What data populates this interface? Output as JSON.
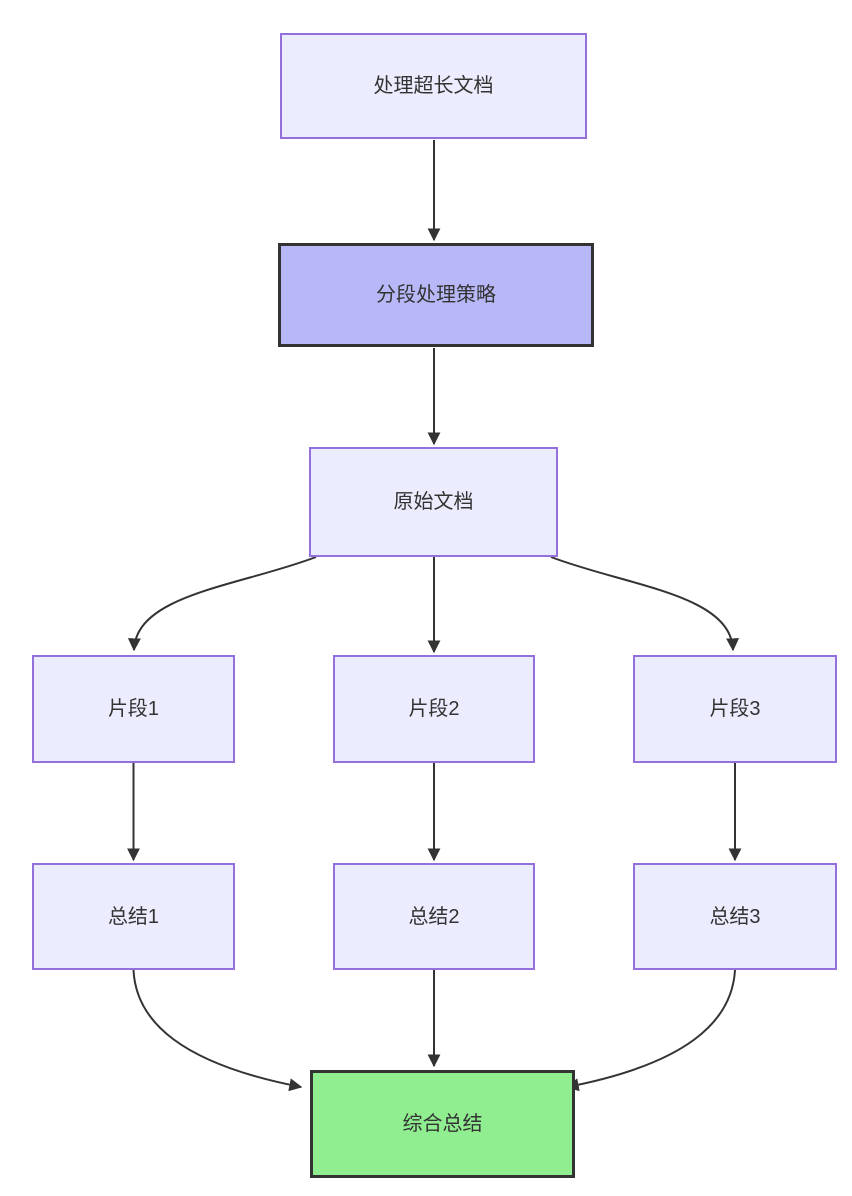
{
  "diagram": {
    "type": "flowchart",
    "direction": "top-down",
    "nodes": [
      {
        "id": "doc",
        "label": "处理超长文档",
        "style": "default"
      },
      {
        "id": "strategy",
        "label": "分段处理策略",
        "style": "emphasis"
      },
      {
        "id": "original",
        "label": "原始文档",
        "style": "default"
      },
      {
        "id": "frag1",
        "label": "片段1",
        "style": "default"
      },
      {
        "id": "frag2",
        "label": "片段2",
        "style": "default"
      },
      {
        "id": "frag3",
        "label": "片段3",
        "style": "default"
      },
      {
        "id": "sum1",
        "label": "总结1",
        "style": "default"
      },
      {
        "id": "sum2",
        "label": "总结2",
        "style": "default"
      },
      {
        "id": "sum3",
        "label": "总结3",
        "style": "default"
      }
    ],
    "final_node": {
      "id": "final",
      "label": "综合总结",
      "style": "success"
    },
    "edges": [
      {
        "from": "doc",
        "to": "strategy"
      },
      {
        "from": "strategy",
        "to": "original"
      },
      {
        "from": "original",
        "to": "frag1"
      },
      {
        "from": "original",
        "to": "frag2"
      },
      {
        "from": "original",
        "to": "frag3"
      },
      {
        "from": "frag1",
        "to": "sum1"
      },
      {
        "from": "frag2",
        "to": "sum2"
      },
      {
        "from": "frag3",
        "to": "sum3"
      },
      {
        "from": "sum1",
        "to": "final"
      },
      {
        "from": "sum2",
        "to": "final"
      },
      {
        "from": "sum3",
        "to": "final"
      }
    ],
    "colors": {
      "node_fill": "#ECECFF",
      "node_border": "#9370DB",
      "emphasis_fill": "#B8B8F8",
      "emphasis_border": "#333333",
      "success_fill": "#90EE90",
      "success_border": "#333333",
      "edge": "#333333",
      "text": "#333333"
    }
  }
}
